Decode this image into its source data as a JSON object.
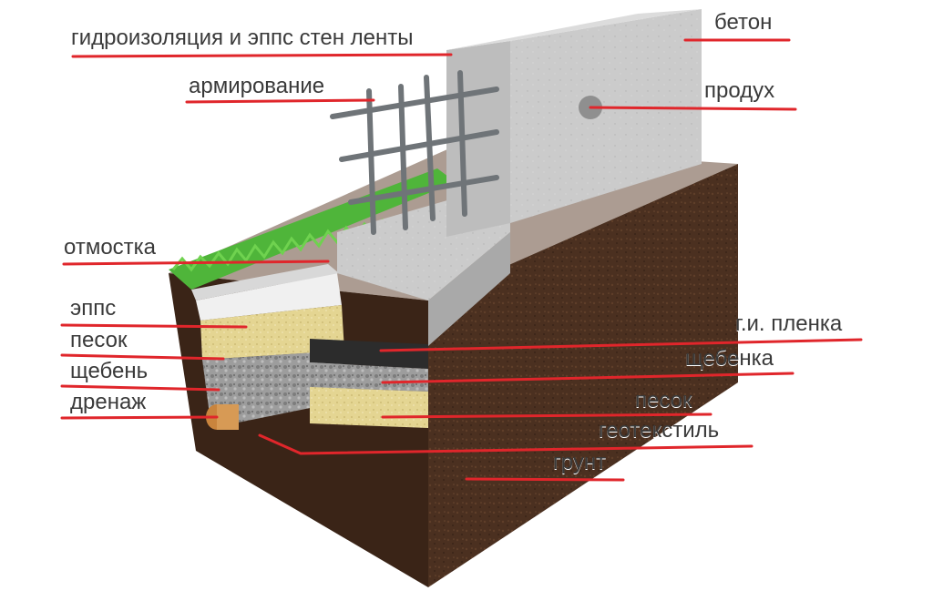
{
  "diagram": {
    "colors": {
      "leader_line": "#e0262b",
      "concrete": "#c9c9c9",
      "soil": "#4a2f1f",
      "grass": "#4fb53a",
      "sand": "#e6d79a",
      "gravel": "#9a9a9a",
      "film": "#2c2c2c",
      "insulation": "#ececec",
      "rebar": "#6f7478"
    },
    "labels": {
      "waterproofing": "гидроизоляция и эппс стен ленты",
      "reinforcement": "армирование",
      "blind_area": "отмостка",
      "epps": "эппс",
      "sand_left": "песок",
      "gravel_left": "щебень",
      "drainage": "дренаж",
      "concrete": "бетон",
      "vent": "продух",
      "film": "г.и. пленка",
      "gravel_right": "щебенка",
      "sand_right": "песок",
      "geotextile": "геотекстиль",
      "soil": "грунт"
    }
  }
}
